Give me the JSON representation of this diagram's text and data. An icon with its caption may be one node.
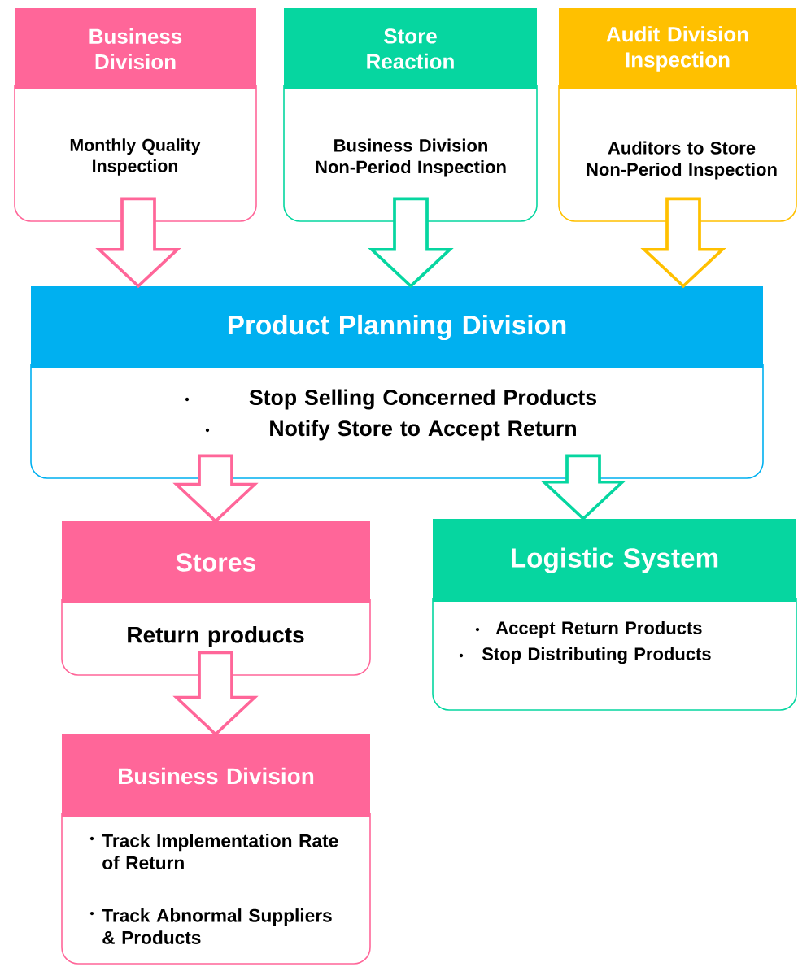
{
  "diagram": {
    "nodes": [
      {
        "text": [
          "Business Division",
          "Monthly Quality Inspection"
        ]
      },
      {
        "text": [
          "Store Reaction",
          "Business Division Non-Period Inspection"
        ]
      },
      {
        "text": [
          "Audit Division Inspection",
          "Auditors to Store Non-Period Inspection"
        ]
      },
      {
        "text": [
          "Product Planning Division",
          "Stop Selling Concerned Products",
          "Notify Store to Accept Return"
        ]
      },
      {
        "text": [
          "Stores",
          "Return products"
        ]
      },
      {
        "text": [
          "Logistic System",
          "Accept Return Products",
          "Stop Distributing Products"
        ]
      },
      {
        "text": [
          "Business Division",
          "Track Implementation Rate of Return",
          "Track Abnormal Suppliers & Products"
        ]
      }
    ],
    "edges": [
      {
        "from": 0,
        "to": 3,
        "arrow": "to"
      },
      {
        "from": 1,
        "to": 3,
        "arrow": "to",
        "color": "#06d6a0"
      },
      {
        "from": 2,
        "to": 3,
        "arrow": "to",
        "color": "#ffc000"
      },
      {
        "from": 3,
        "to": 4,
        "arrow": "to"
      },
      {
        "from": 3,
        "to": 5,
        "arrow": "to",
        "color": "#06d6a0"
      },
      {
        "from": 4,
        "to": 6,
        "arrow": "to"
      }
    ]
  }
}
